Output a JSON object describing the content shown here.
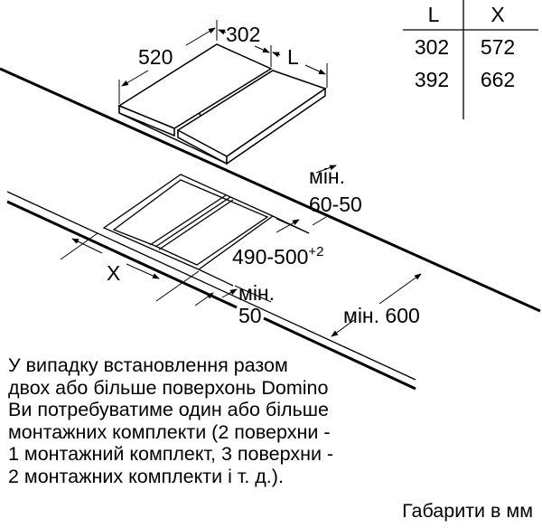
{
  "hob_dimensions": {
    "depth": "520",
    "width": "302",
    "width_variable": "L"
  },
  "table": {
    "headers": [
      "L",
      "X"
    ],
    "rows": [
      [
        "302",
        "572"
      ],
      [
        "392",
        "662"
      ]
    ]
  },
  "cutout_dimensions": {
    "min_back_label": "мін.",
    "min_back_value": "60-50",
    "cutout_depth": "490-500",
    "cutout_depth_tolerance": "+2",
    "cutout_width": "X",
    "min_front_label": "мін.",
    "min_front_value": "50",
    "min_worktop_depth": "мін. 600"
  },
  "note_lines": [
    "У випадку встановлення разом",
    "двох або більше поверхонь Domino",
    "Ви потребуватиме один або більше",
    "монтажних комплекти (2 поверхни -",
    "1 монтажний комплект, 3 поверхни -",
    "2 монтажних комплекти і т. д.)."
  ],
  "footer": "Габарити в мм"
}
